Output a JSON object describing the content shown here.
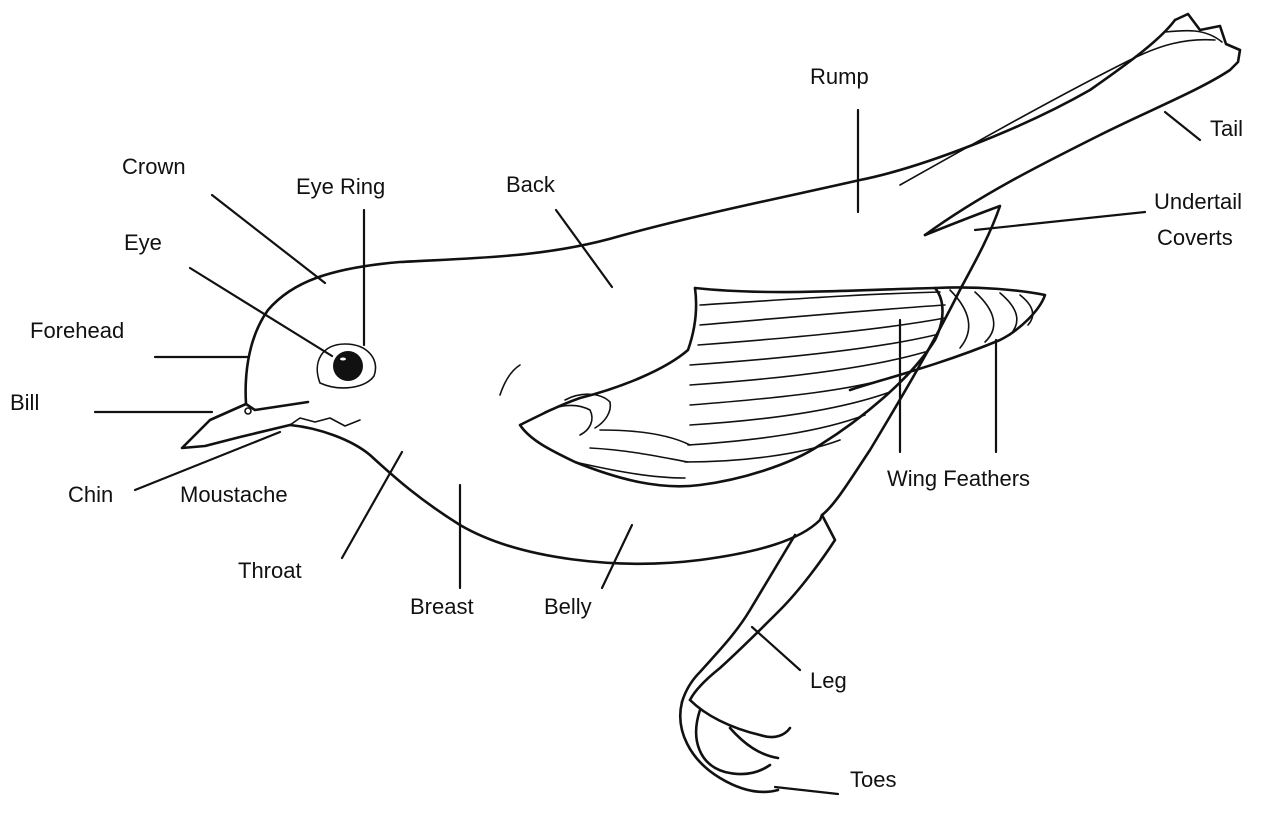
{
  "labels": {
    "rump": "Rump",
    "tail": "Tail",
    "crown": "Crown",
    "eye_ring": "Eye Ring",
    "back": "Back",
    "undertail_line1": "Undertail",
    "undertail_line2": "Coverts",
    "eye": "Eye",
    "forehead": "Forehead",
    "bill": "Bill",
    "chin": "Chin",
    "moustache": "Moustache",
    "wing_feathers": "Wing Feathers",
    "throat": "Throat",
    "breast": "Breast",
    "belly": "Belly",
    "leg": "Leg",
    "toes": "Toes"
  }
}
